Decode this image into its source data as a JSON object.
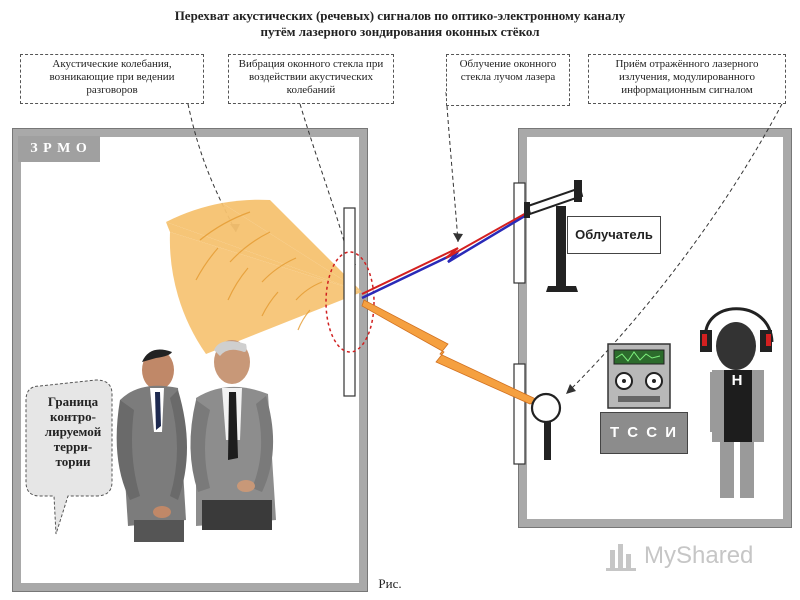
{
  "title_line1": "Перехват акустических (речевых) сигналов по оптико-электронному каналу",
  "title_line2": "путём лазерного зондирования оконных стёкол",
  "callouts": [
    {
      "text": "Акустические колебания, возникающие при ведении разговоров"
    },
    {
      "text": "Вибрация оконного стекла при воздействии акустических колебаний"
    },
    {
      "text": "Облучение оконного стекла лучом лазера"
    },
    {
      "text": "Приём отражённого лазерного излучения, модулированного информационным сигналом"
    }
  ],
  "zone_label": "З Р М О",
  "border_label": "Граница контро-лируемой терри-тории",
  "irradiator_label": "Облучатель",
  "tssi_label": "Т С С И",
  "headphone_letter": "Н",
  "caption": "Рис.",
  "watermark": "MyShared",
  "colors": {
    "room_wall": "#a9a9a9",
    "sound_wave": "#f5b24a",
    "laser_red": "#d42020",
    "laser_blue": "#2a2ab8",
    "reflected_beam": "#f5a040"
  }
}
